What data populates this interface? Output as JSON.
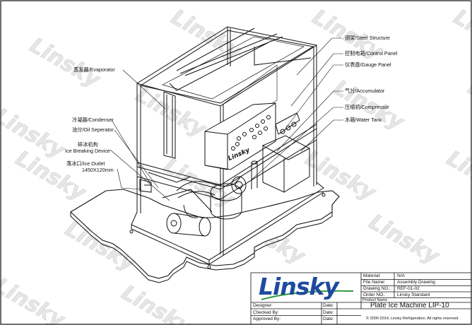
{
  "watermark": {
    "text": "Linsky"
  },
  "labels": {
    "steel_structure": "钢架/Steel Structure",
    "control_panel": "控制电箱/Control Panel",
    "gauge_panel": "仪表盘/Gauge Panel",
    "evaporator": "蒸发器/Evaporator",
    "accumulator": "气分/Accumulator",
    "compressor": "压缩机/Compressor",
    "water_tank": "水箱/Water Tank",
    "condenser": "冷凝器/Condenser",
    "oil_separator": "油分/Oil Seperator",
    "ice_breaking_cn": "碎冰机构",
    "ice_breaking_en": "Ice Breaking Device",
    "ice_outlet": "落冰口/Ice Outlet",
    "ice_outlet_size": "1450X120mm"
  },
  "panel_logo": "Linsky",
  "title_block": {
    "logo": "Linsky",
    "material_label": "Material:",
    "material_value": "N/A",
    "file_name_label": "File Name:",
    "file_name_value": "Assembly Drawing",
    "drawing_no_label": "Drawing NO.:",
    "drawing_no_value": "REF-01-02",
    "order_no_label": "Order NO.:",
    "order_no_value": "Linsky Standard",
    "product_name_label": "Product Name",
    "product_name": "Plate Ice Machine LIP-10",
    "copyright": "© 2000-2014, Linsky Refrigeration. All rights reserved.",
    "designer_label": "Designer:",
    "checked_label": "Checked By:",
    "approved_label": "Approved By:",
    "date_label": "Date:"
  },
  "colors": {
    "logo_blue": "#1f4aa0",
    "logo_green": "#2e9a3a",
    "line": "#111111",
    "watermark": "#e4e4e4"
  }
}
